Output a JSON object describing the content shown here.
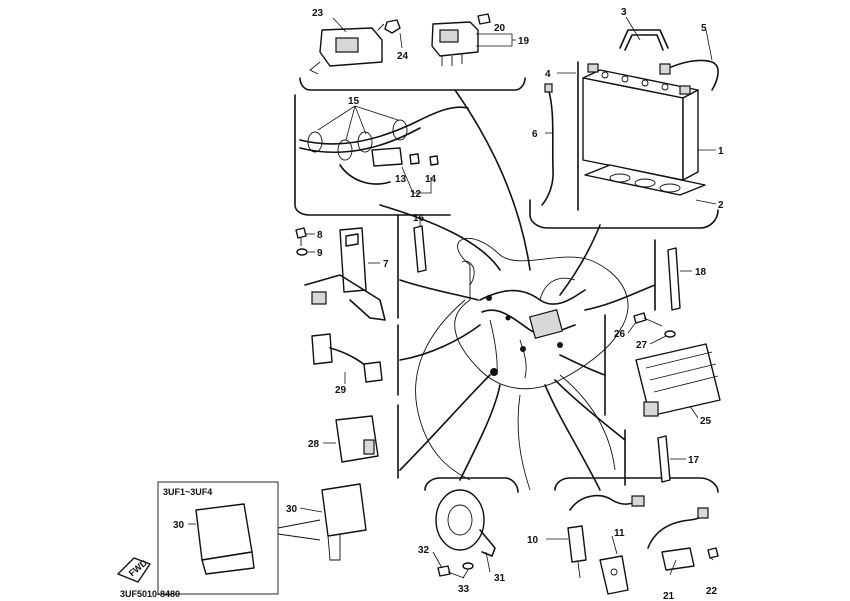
{
  "callouts": {
    "c1": "1",
    "c2": "2",
    "c3": "3",
    "c4": "4",
    "c5": "5",
    "c6": "6",
    "c7": "7",
    "c8": "8",
    "c9": "9",
    "c10": "10",
    "c11": "11",
    "c12": "12",
    "c13": "13",
    "c14": "14",
    "c15": "15",
    "c16": "16",
    "c17": "17",
    "c18": "18",
    "c19": "19",
    "c20": "20",
    "c21": "21",
    "c22": "22",
    "c23": "23",
    "c24": "24",
    "c25": "25",
    "c26": "26",
    "c27": "27",
    "c28": "28",
    "c29": "29",
    "c30a": "30",
    "c30b": "30",
    "c31": "31",
    "c32": "32",
    "c33": "33"
  },
  "inset_label": "3UF1~3UF4",
  "drawing_number": "3UF5010-8480",
  "front_marker": "FWD"
}
